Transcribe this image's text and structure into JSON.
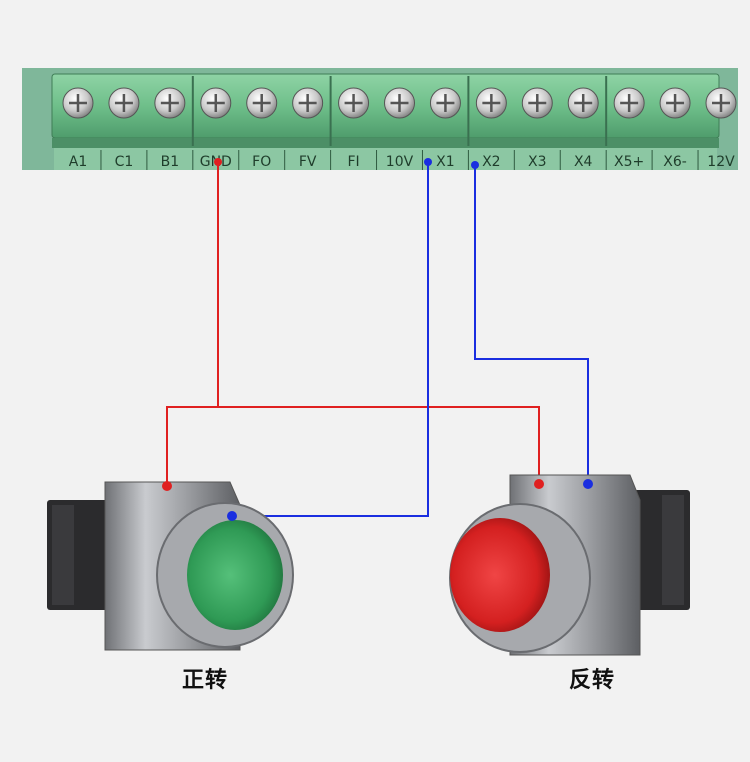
{
  "terminal_block": {
    "labels": [
      "A1",
      "C1",
      "B1",
      "GND",
      "FO",
      "FV",
      "FI",
      "10V",
      "X1",
      "X2",
      "X3",
      "X4",
      "X5+",
      "X6-",
      "12V"
    ]
  },
  "buttons": {
    "forward": {
      "label": "正转",
      "color": "green"
    },
    "reverse": {
      "label": "反转",
      "color": "red"
    }
  },
  "wires": {
    "common_color": "#e02020",
    "signal_color": "#1a2ee0"
  },
  "colors": {
    "background": "#f2f2f2",
    "board_green": "#7fb79a",
    "terminal_green": "#6fbf8a",
    "button_green": "#2f9a55",
    "button_red": "#d42020",
    "metal": "#a7a9ad"
  }
}
